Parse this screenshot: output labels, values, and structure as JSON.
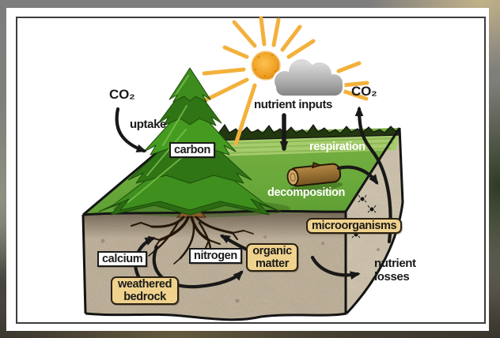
{
  "diagram": {
    "title": "forest nutrient cycle illustration",
    "labels": {
      "co2_left": "CO₂",
      "uptake": "uptake",
      "carbon": "carbon",
      "nutrient_inputs": "nutrient inputs",
      "co2_right": "CO₂",
      "respiration": "respiration",
      "decomposition": "decomposition",
      "microorganisms": "microorganisms",
      "calcium": "calcium",
      "nitrogen": "nitrogen",
      "organic_matter": "organic matter",
      "weathered_bedrock": "weathered bedrock",
      "nutrient_losses": "nutrient losses"
    },
    "flows": [
      {
        "name": "uptake-arrow",
        "from": "CO₂",
        "to": "tree"
      },
      {
        "name": "nutrient-inputs-arrow",
        "from": "atmosphere",
        "to": "soil surface"
      },
      {
        "name": "co2-release-arrow",
        "from": "respiration in soil",
        "to": "CO₂"
      },
      {
        "name": "decomposition-arrow",
        "from": "decomposing log",
        "to": "microorganisms"
      },
      {
        "name": "calcium-cycle-arrow",
        "from": "weathered bedrock",
        "to": "roots"
      },
      {
        "name": "nitrogen-cycle-arrow",
        "from": "nitrogen",
        "to": "organic matter"
      },
      {
        "name": "organic-matter-to-roots-arrow",
        "from": "organic matter",
        "to": "roots"
      },
      {
        "name": "nutrient-losses-arrow",
        "from": "soil",
        "to": "nutrient losses"
      }
    ],
    "colors": {
      "panel_background": "#ffffff",
      "panel_border": "#3d3d3d",
      "label_box_white": "#ffffff",
      "label_box_tan": "#efd28e",
      "label_text_dark": "#1a1a1a",
      "label_text_light": "#ffffff",
      "arrow": "#181818",
      "sun": "#f0a024",
      "sun_rays": "#f3b13c",
      "cloud": "#9b9b9b",
      "grass": "#6aab3a",
      "treeline": "#22380f",
      "soil_front": "#c8baa2",
      "soil_right": "#d7ccb6",
      "tree_green": "#3f8f1e",
      "log_brown": "#8a6430"
    }
  }
}
